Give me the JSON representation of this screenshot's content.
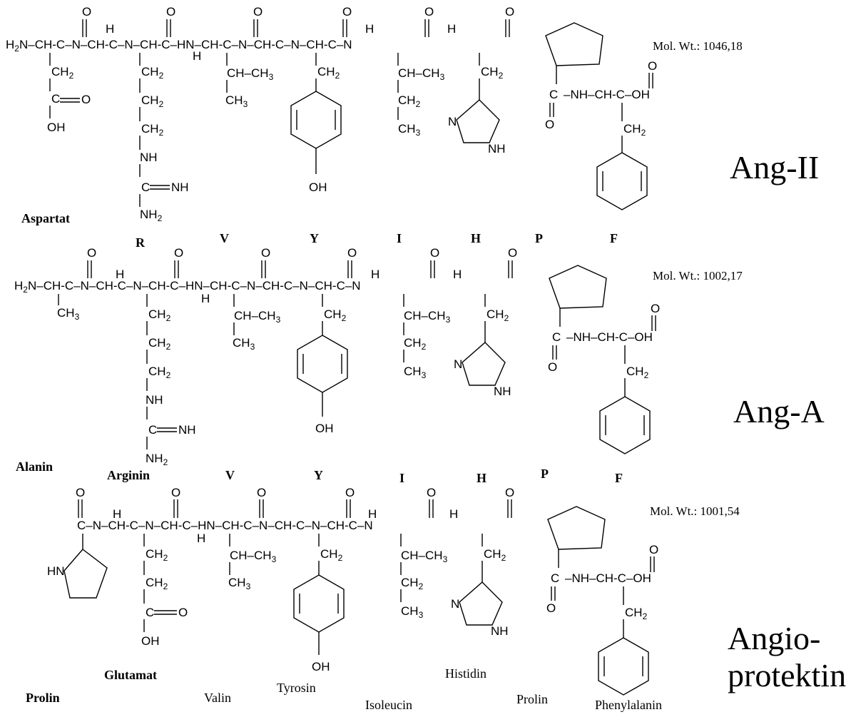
{
  "molecules": [
    {
      "name": "Ang-II",
      "mol_wt": "Mol. Wt.: 1046,18",
      "n_terminal": "H2N",
      "side_chain_1_label": "Aspartat",
      "residue_letters": [
        "R",
        "V",
        "Y",
        "I",
        "H",
        "P",
        "F"
      ]
    },
    {
      "name": "Ang-A",
      "mol_wt": "Mol. Wt.: 1002,17",
      "n_terminal": "H2N",
      "side_chain_1_label": "Alanin",
      "side_chain_2_label": "Arginin",
      "residue_letters": [
        "V",
        "Y",
        "I",
        "H",
        "P",
        "F"
      ]
    },
    {
      "name_line1": "Angio-",
      "name_line2": "protektin",
      "mol_wt": "Mol. Wt.: 1001,54",
      "residue_names": [
        "Prolin",
        "Glutamat",
        "Valin",
        "Tyrosin",
        "Isoleucin",
        "Histidin",
        "Prolin",
        "Phenylalanin"
      ]
    }
  ]
}
